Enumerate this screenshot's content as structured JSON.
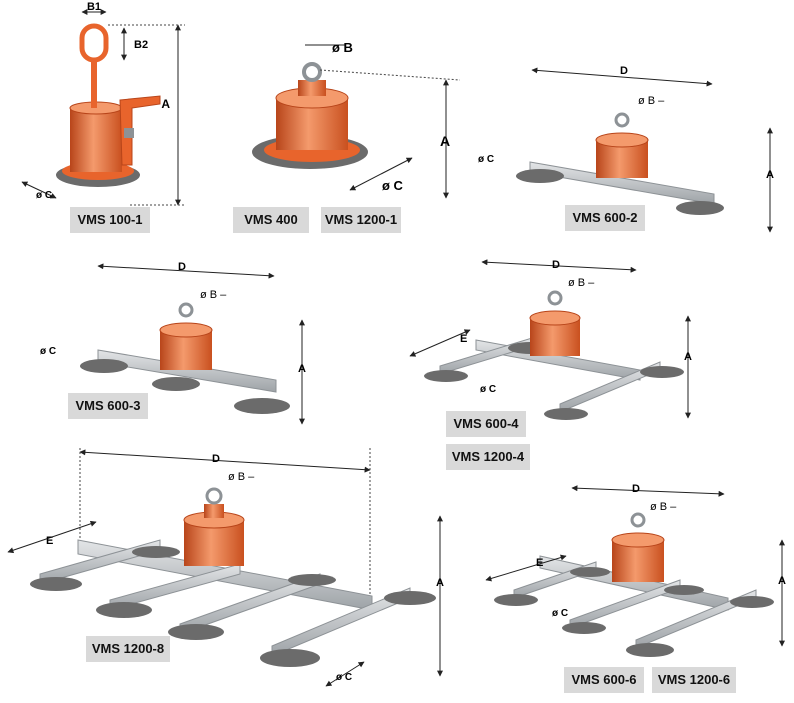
{
  "labels": {
    "vms100_1": "VMS 100-1",
    "vms400": "VMS 400",
    "vms1200_1": "VMS 1200-1",
    "vms600_2": "VMS 600-2",
    "vms600_3": "VMS 600-3",
    "vms600_4": "VMS 600-4",
    "vms1200_4": "VMS 1200-4",
    "vms1200_8": "VMS 1200-8",
    "vms600_6": "VMS 600-6",
    "vms1200_6": "VMS 1200-6"
  },
  "dims": {
    "A": "A",
    "B": "ø B",
    "B_dash": "ø B –",
    "B1": "B1",
    "B2": "B2",
    "C": "ø C",
    "D": "D",
    "E": "E"
  },
  "colors": {
    "orange": "#e8642c",
    "orange_dark": "#b8451a",
    "orange_light": "#f49a6c",
    "steel": "#c4c8cc",
    "steel_dark": "#8d9296",
    "pad": "#6b6b6b",
    "label_bg": "#d9d9d9",
    "line": "#222222"
  }
}
